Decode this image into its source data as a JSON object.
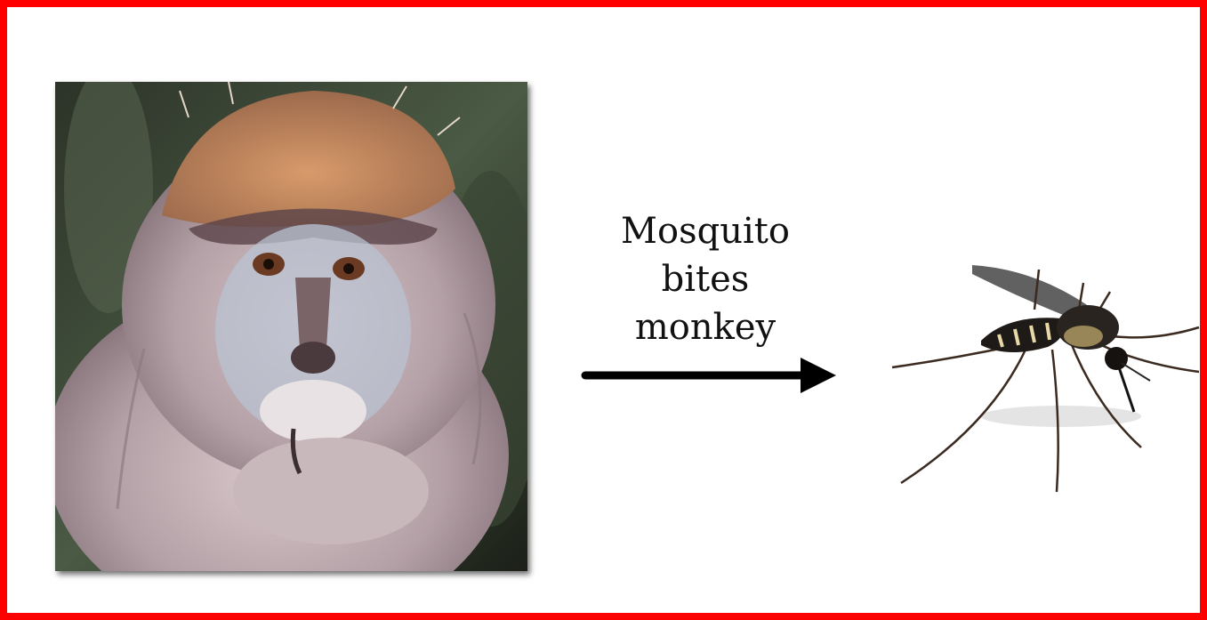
{
  "caption": {
    "line1": "Mosquito",
    "line2": "bites",
    "line3": "monkey"
  },
  "colors": {
    "frame": "#ff0000",
    "arrow": "#000000",
    "monkey_fur": "#b7a2a8",
    "monkey_crown": "#c98a5a"
  },
  "icons": {
    "monkey": "monkey-photo",
    "arrow": "right-arrow",
    "mosquito": "mosquito-photo"
  }
}
